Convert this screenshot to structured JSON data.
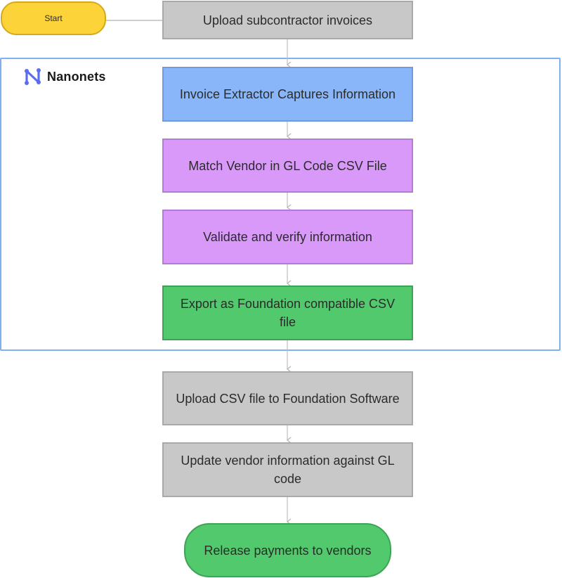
{
  "start": {
    "label": "Start"
  },
  "container": {
    "logo_text": "Nanonets",
    "logo_icon": "nanonets-logo-icon"
  },
  "steps": [
    {
      "label": "Upload subcontractor invoices",
      "color": "#c8c8c8"
    },
    {
      "label": "Invoice Extractor Captures Information",
      "color": "#89b6f8"
    },
    {
      "label": "Match Vendor in GL Code CSV File",
      "color": "#d899f8"
    },
    {
      "label": "Validate and verify information",
      "color": "#d899f8"
    },
    {
      "label": "Export as Foundation compatible CSV file",
      "color": "#52c96c"
    },
    {
      "label": "Upload CSV file to Foundation Software",
      "color": "#c8c8c8"
    },
    {
      "label": "Update vendor information against GL code",
      "color": "#c8c8c8"
    }
  ],
  "end": {
    "label": "Release payments to vendors",
    "color": "#52c96c"
  }
}
